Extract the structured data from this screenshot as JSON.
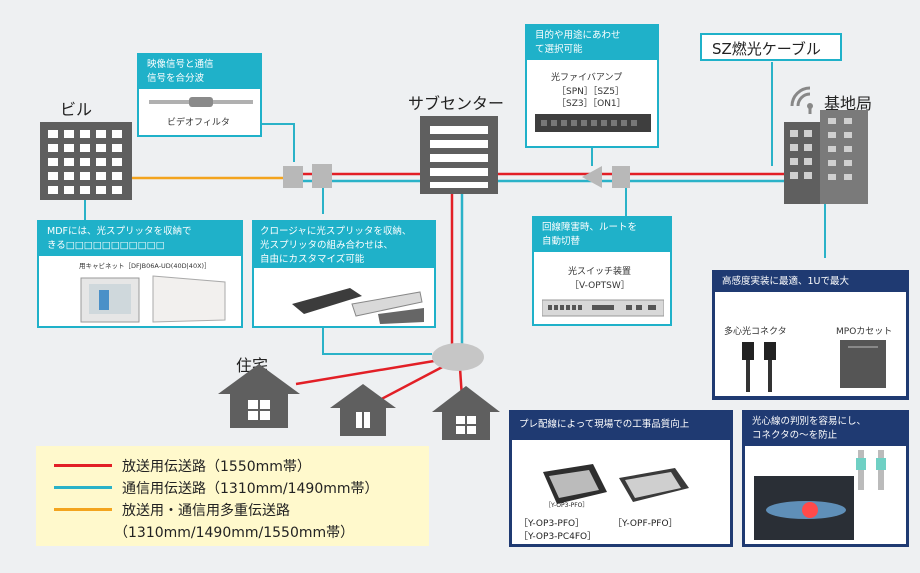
{
  "colors": {
    "broadcast": "#e21f26",
    "communication": "#2ab2c8",
    "multiplex": "#f3a41e",
    "teal_box": "#1fb1c9",
    "navy_box": "#1f3a72",
    "building": "#5f5f5f"
  },
  "labels": {
    "building": "ビル",
    "subcenter": "サブセンター",
    "basestation": "基地局",
    "residence": "住宅",
    "sz_cable": "SZ燃光ケーブル"
  },
  "video_box": {
    "title_lines": [
      "映像信号と通信",
      "信号を合分波"
    ],
    "product": "ビデオフィルタ"
  },
  "amp_box": {
    "title_lines": [
      "目的や用途にあわせ",
      "て選択可能"
    ],
    "product": "光ファイバアンプ",
    "models_lines": [
      "［SPN］［SZ5］",
      "［SZ3］［ON1］"
    ]
  },
  "mdf_box": {
    "title_lines": [
      "MDFには、光スプリッタを収納で",
      "きる□□□□□□□□□□□"
    ],
    "caption": "用キャビネット［DFJB06A-UD(40D|40X)］"
  },
  "closure_box": {
    "title_lines": [
      "クロージャに光スプリッタを収納、",
      "光スプリッタの組み合わせは、",
      "自由にカスタマイズ可能"
    ]
  },
  "switch_box": {
    "title_lines": [
      "回線障害時、ルートを",
      "自動切替"
    ],
    "product": "光スイッチ装置",
    "model": "［V-OPTSW］"
  },
  "highdensity_box": {
    "title": "高感度実装に最適、1Uで最大",
    "item1": "多心光コネクタ",
    "item2": "MPOカセット"
  },
  "prewire_box": {
    "title": "プレ配線によって現場での工事品質向上",
    "model1_lines": [
      "［Y-OP3-PFO］",
      "［Y-OP3-PC4FO］"
    ],
    "model2": "［Y-OPF-PFO］",
    "inset_label": "［Y-OP3-PFO］"
  },
  "fiber_box": {
    "title_lines": [
      "光心線の判別を容易にし、",
      "コネクタの～を防止"
    ]
  },
  "legend": [
    {
      "key": "broadcast",
      "text": "放送用伝送路（1550mm帯）"
    },
    {
      "key": "communication",
      "text": "通信用伝送路（1310mm/1490mm帯）"
    },
    {
      "key": "multiplex",
      "text": "放送用・通信用多重伝送路"
    },
    {
      "key": "multiplex_cont",
      "text": "（1310mm/1490mm/1550mm帯）"
    }
  ]
}
